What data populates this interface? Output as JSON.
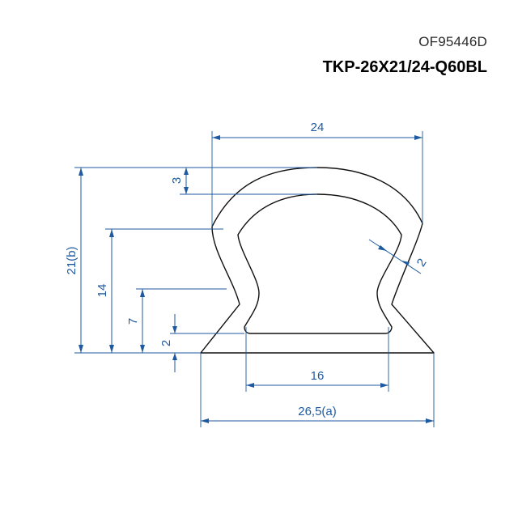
{
  "header": {
    "code": "OF95446D",
    "name": "TKP-26X21/24-Q60BL"
  },
  "dimensions": {
    "width_top": "24",
    "top_thickness": "3",
    "height_total": "21(b)",
    "height_inner": "14",
    "height_mid": "7",
    "base_thickness": "2",
    "wall": "2",
    "slot_width": "16",
    "base_width": "26,5(a)"
  },
  "colors": {
    "dimension": "#1f5aa0",
    "profile": "#111111"
  }
}
